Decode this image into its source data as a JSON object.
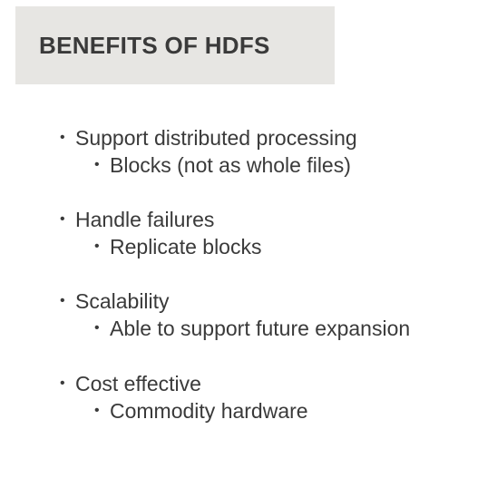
{
  "slide": {
    "title": "BENEFITS OF HDFS",
    "bullet_symbol": "•",
    "items": [
      {
        "label": "Support distributed processing",
        "sub": "Blocks (not as whole files)"
      },
      {
        "label": "Handle failures",
        "sub": "Replicate blocks"
      },
      {
        "label": "Scalability",
        "sub": "Able to support future expansion"
      },
      {
        "label": "Cost effective",
        "sub": "Commodity hardware"
      }
    ]
  }
}
